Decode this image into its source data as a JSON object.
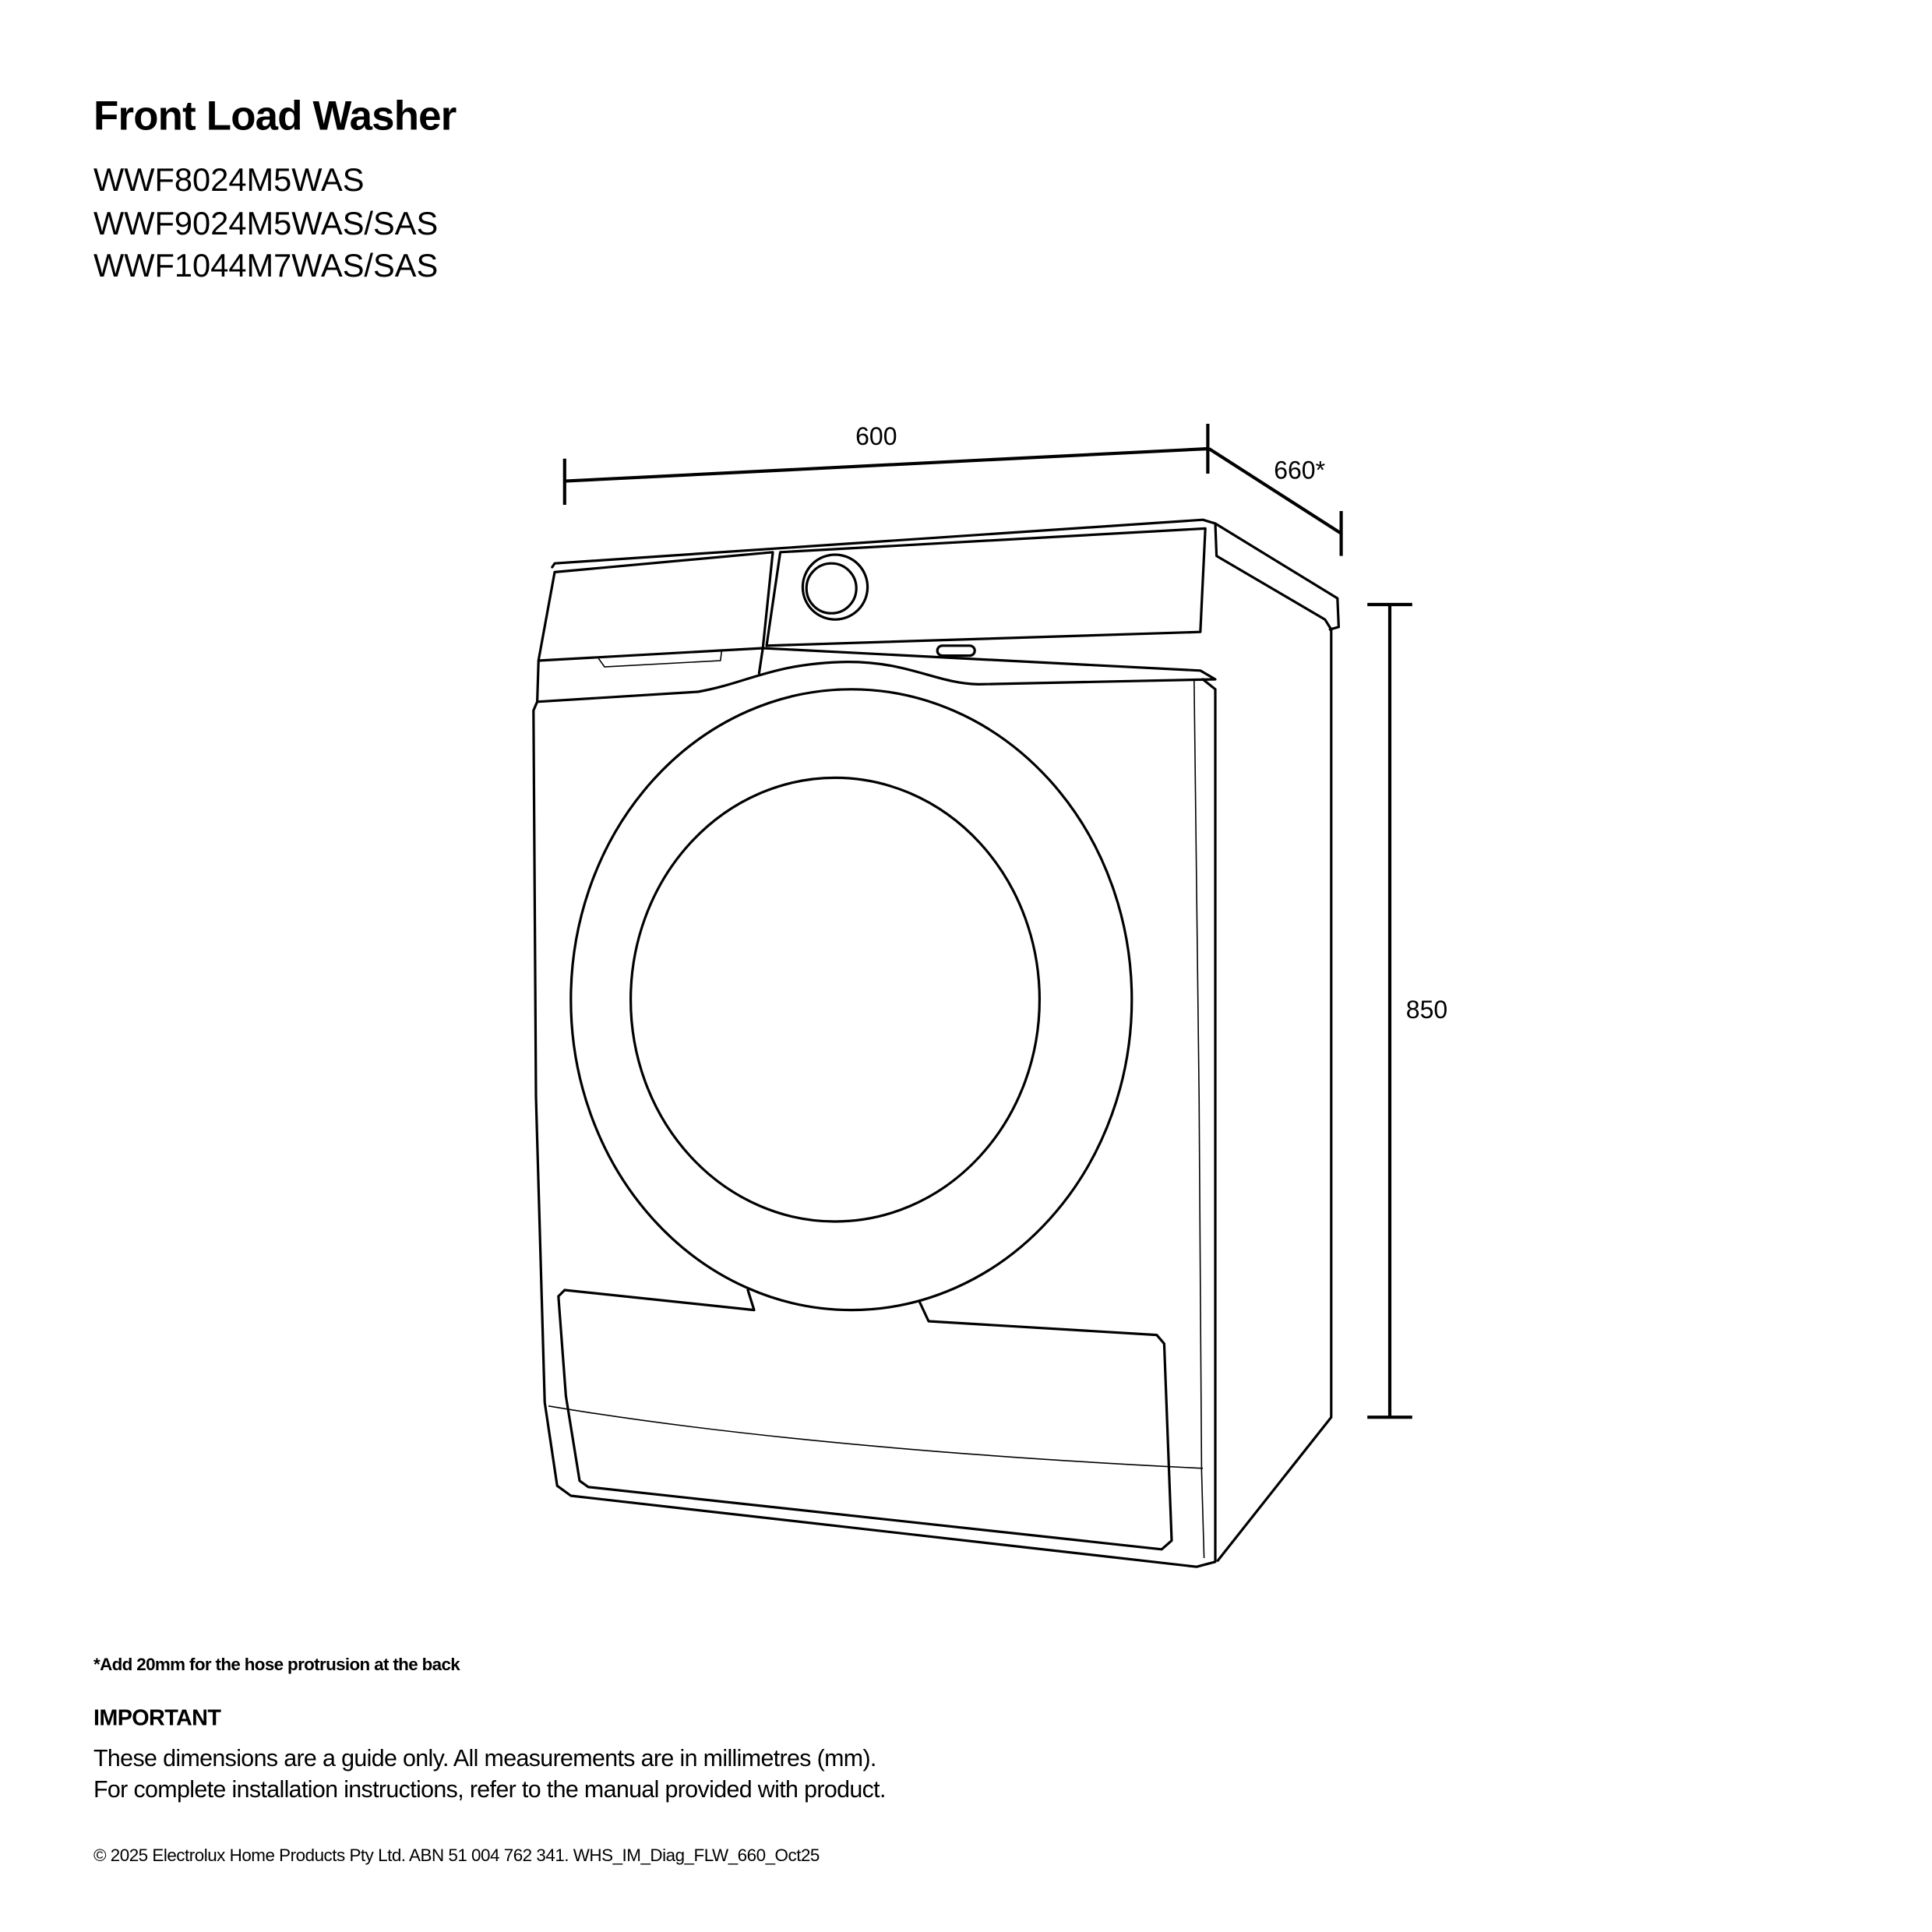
{
  "header": {
    "title": "Front Load Washer",
    "models": [
      "WWF8024M5WAS",
      "WWF9024M5WAS/SAS",
      "WWF1044M7WAS/SAS"
    ]
  },
  "dimensions": {
    "width": "600",
    "depth": "660*",
    "height": "850"
  },
  "notes": {
    "hose_note": "*Add 20mm for the hose protrusion at the back",
    "important_heading": "IMPORTANT",
    "lines": [
      "These dimensions are a guide only. All measurements are in millimetres (mm).",
      "For complete installation instructions, refer to the manual provided with product."
    ]
  },
  "footer": {
    "copyright": "© 2025 Electrolux Home Products Pty Ltd. ABN 51 004 762 341. WHS_IM_Diag_FLW_660_Oct25"
  }
}
